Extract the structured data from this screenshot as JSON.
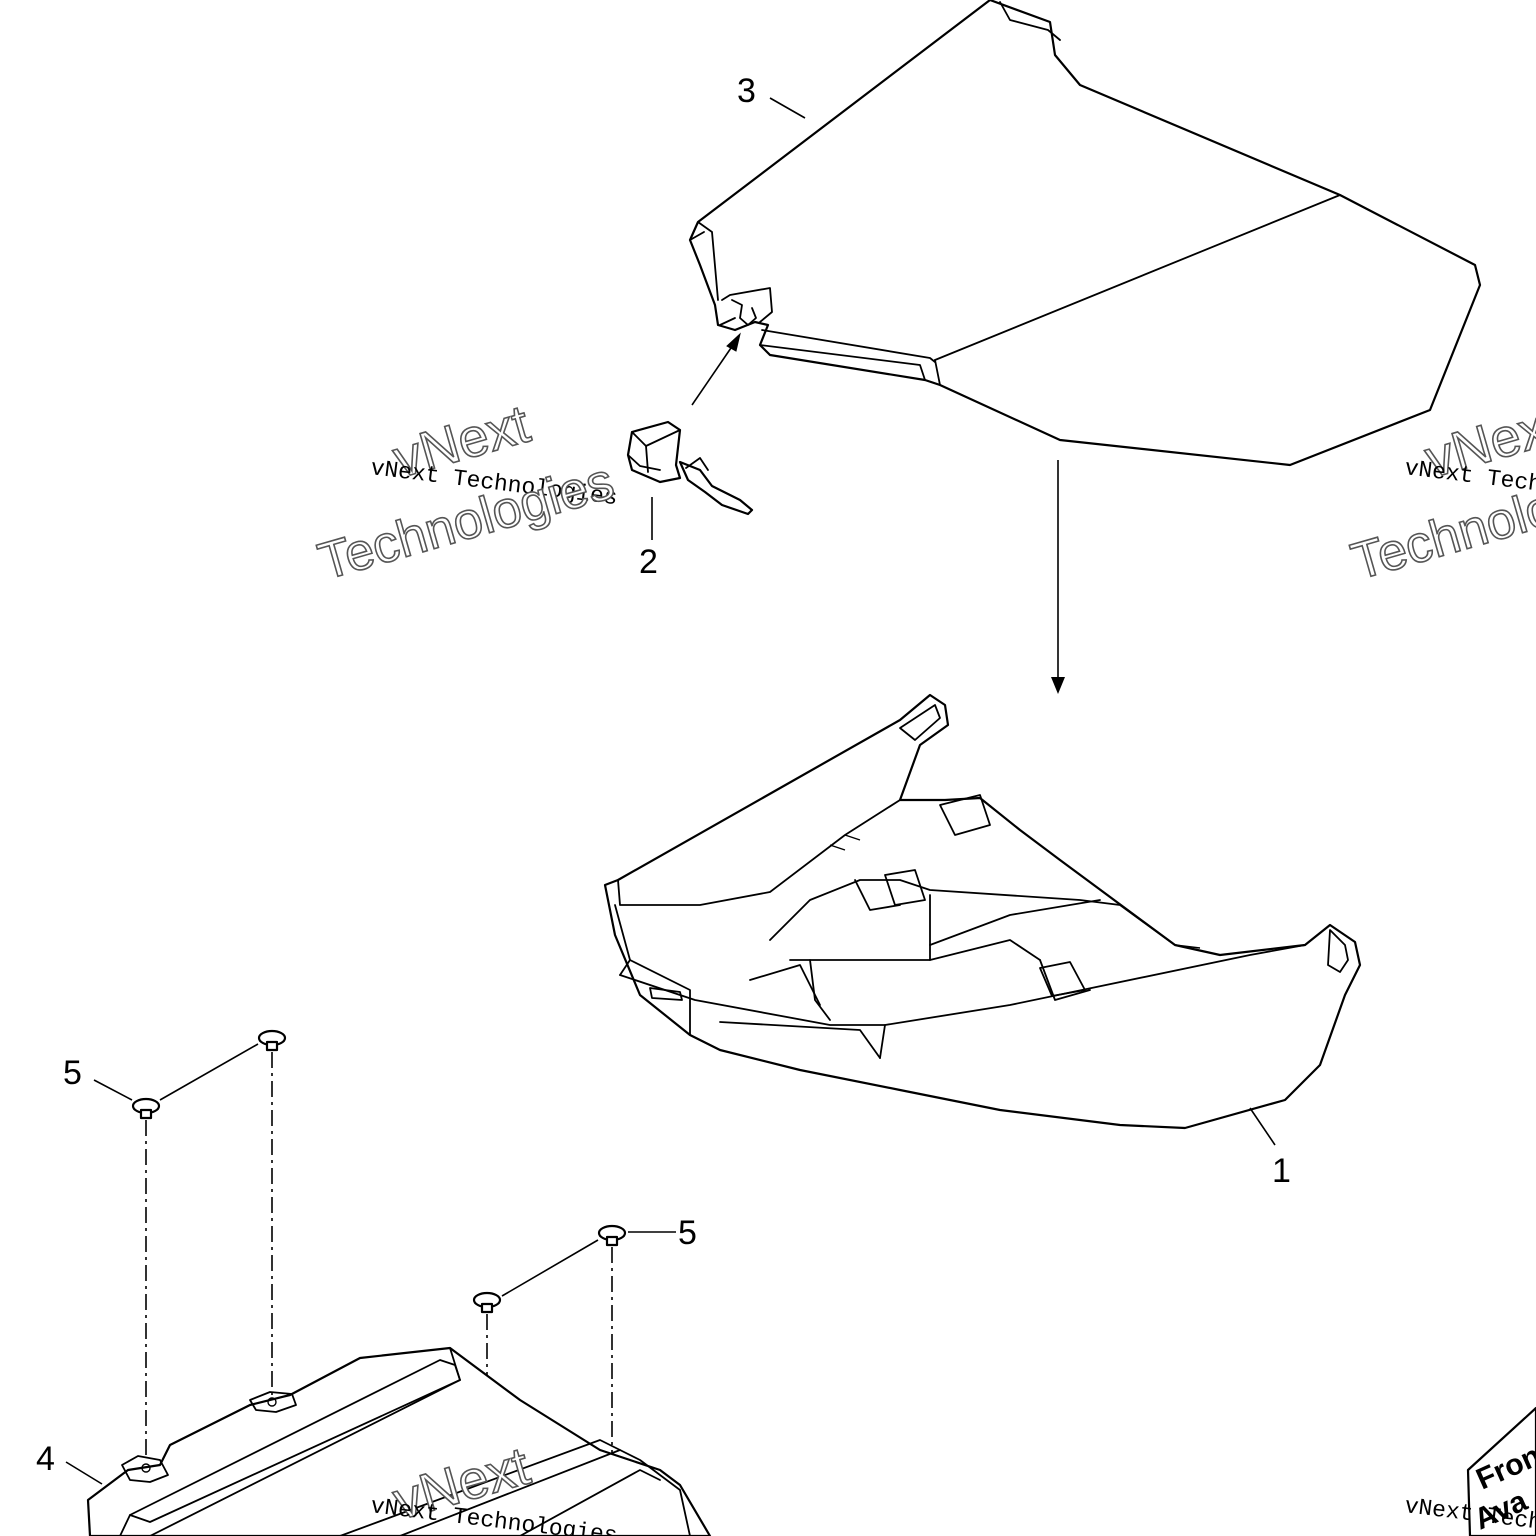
{
  "diagram": {
    "callouts": [
      {
        "id": "1",
        "label": "1"
      },
      {
        "id": "2",
        "label": "2"
      },
      {
        "id": "3",
        "label": "3"
      },
      {
        "id": "4",
        "label": "4"
      },
      {
        "id": "5a",
        "label": "5"
      },
      {
        "id": "5b",
        "label": "5"
      }
    ],
    "watermark": {
      "typed": "vNext Technologies",
      "outline_top": "vNext",
      "outline_bottom": "Technologies"
    },
    "corner_badge": {
      "line1": "Fron",
      "line2": "Ava"
    }
  }
}
